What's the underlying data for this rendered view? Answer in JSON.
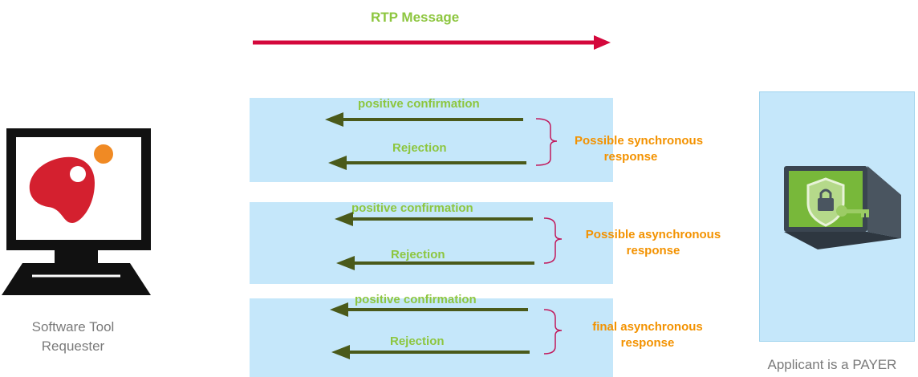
{
  "rtp_message": {
    "label": "RTP Message",
    "color": "#d4083c"
  },
  "requester": {
    "caption_line1": "Software Tool",
    "caption_line2": "Requester",
    "icon": "computer-monitor-icon"
  },
  "payer": {
    "caption": "Applicant is a PAYER",
    "icon": "secure-laptop-icon"
  },
  "groups": [
    {
      "positive_label": "positive confirmation",
      "rejection_label": "Rejection",
      "response_line1": "Possible synchronous",
      "response_line2": "response"
    },
    {
      "positive_label": "positive confirmation",
      "rejection_label": "Rejection",
      "response_line1": "Possible asynchronous",
      "response_line2": "response"
    },
    {
      "positive_label": "positive confirmation",
      "rejection_label": "Rejection",
      "response_line1": "final asynchronous",
      "response_line2": "response"
    }
  ],
  "colors": {
    "band": "#c5e7fa",
    "arrow_green": "#4a5a1a",
    "label_green": "#8dc63f",
    "label_orange": "#f39200",
    "brace": "#c2185b"
  }
}
